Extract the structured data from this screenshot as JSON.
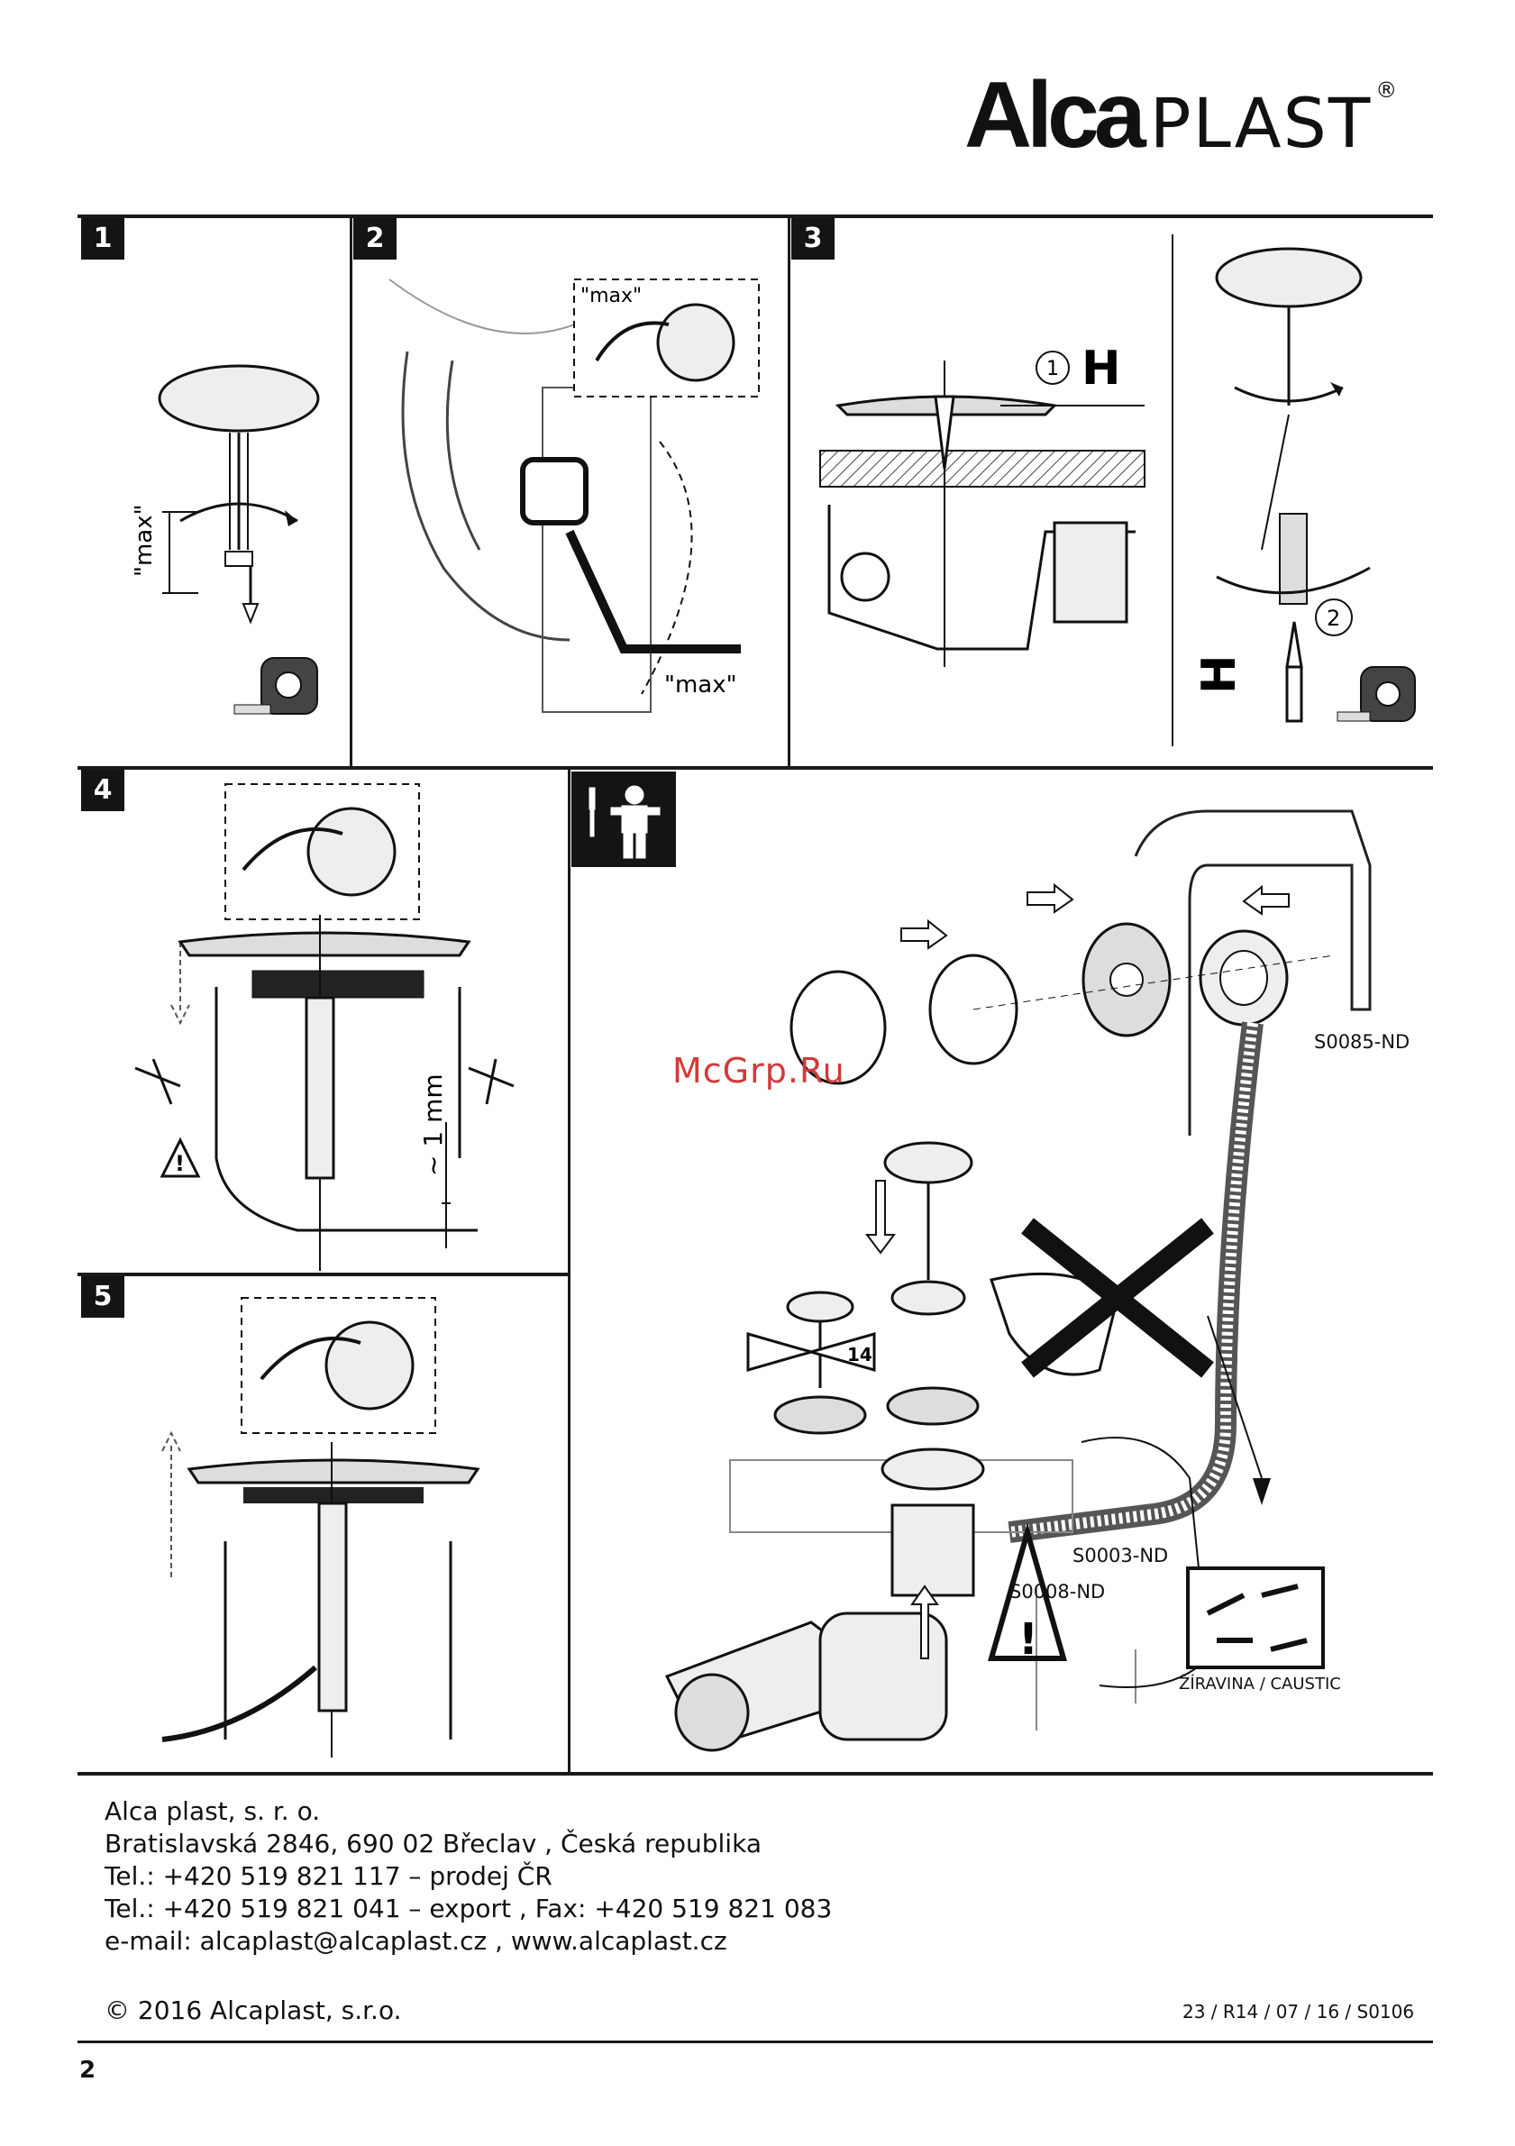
{
  "brand": {
    "logo_alca": "Alca",
    "logo_plast": "PLAST",
    "logo_registered": "®"
  },
  "steps": {
    "s1": "1",
    "s2": "2",
    "s3": "3",
    "s4": "4",
    "s5": "5"
  },
  "annotations": {
    "max": "\"max\"",
    "circle_1": "1",
    "circle_2": "2",
    "approx_1mm": "~ 1 mm",
    "wrench_size": "14"
  },
  "parts": {
    "overflow_part": "S0085-ND",
    "clamp_part": "S0003-ND",
    "hose_part": "S0008-ND",
    "caustic_label": "ŽÍRAVINA / CAUSTIC"
  },
  "watermark": "McGrp.Ru",
  "footer": {
    "company": "Alca plast, s. r. o.",
    "address": "Bratislavská 2846, 690 02 Břeclav , Česká republika",
    "tel_cz": "Tel.: +420 519 821 117 – prodej ČR",
    "tel_export": "Tel.: +420 519 821 041 – export , Fax: +420 519 821 083",
    "contact": "e-mail: alcaplast@alcaplast.cz , www.alcaplast.cz",
    "copyright": "© 2016 Alcaplast, s.r.o.",
    "doc_ref": "23 / R14 / 07 / 16 / S0106",
    "page_number": "2"
  }
}
